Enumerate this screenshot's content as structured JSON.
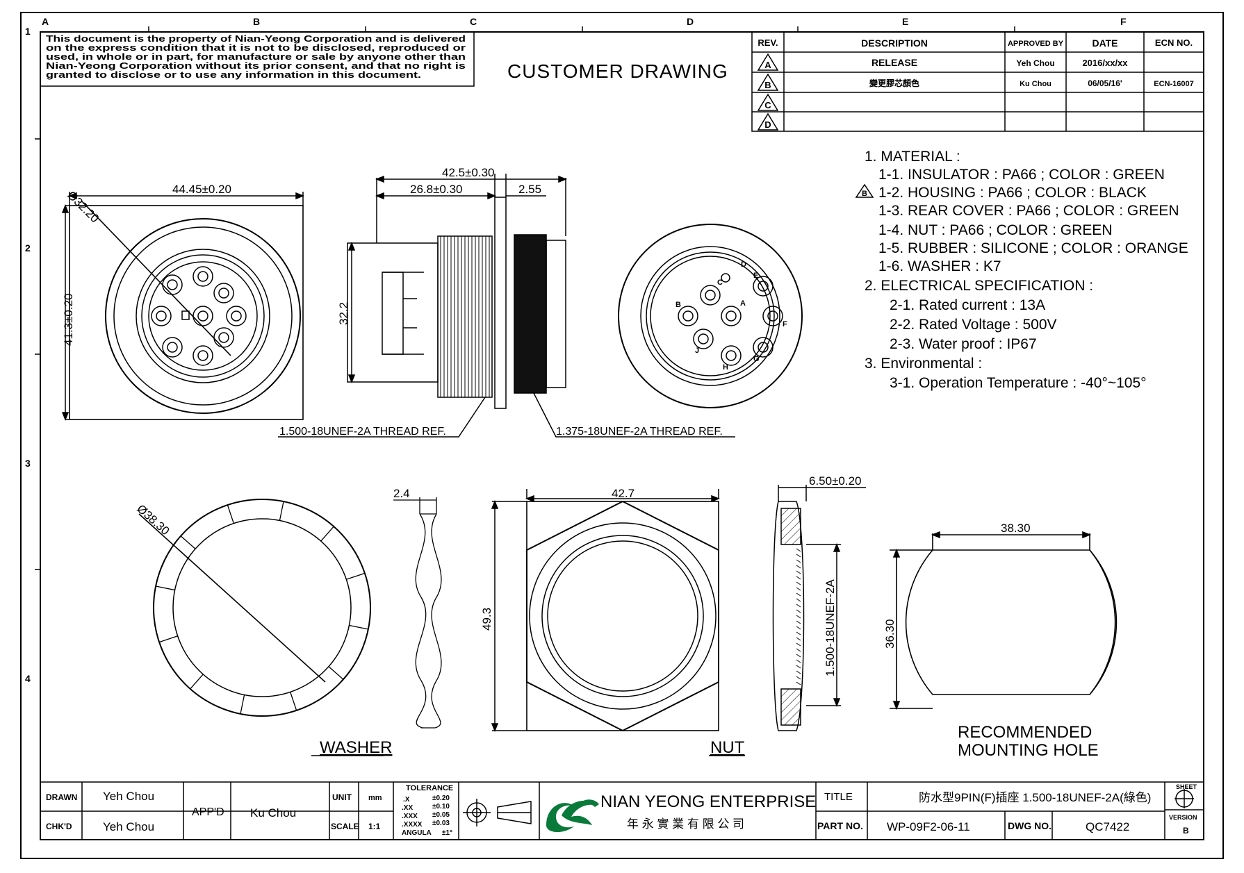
{
  "border": {
    "col_labels": [
      "A",
      "B",
      "C",
      "D",
      "E",
      "F"
    ],
    "row_labels": [
      "1",
      "2",
      "3",
      "4"
    ]
  },
  "notice": {
    "lines": [
      "This document is the property of Nian-Yeong Corporation and is delivered",
      "on the express condition that it is not to be disclosed, reproduced or",
      "used, in whole or in part, for manufacture or sale by anyone other than",
      "Nian-Yeong Corporation without its prior consent, and that no right is",
      "granted to disclose or to use any information in this document."
    ]
  },
  "heading": "CUSTOMER DRAWING",
  "revision_table": {
    "headers": {
      "rev": "REV.",
      "description": "DESCRIPTION",
      "approved_by": "APPROVED BY",
      "date": "DATE",
      "ecn": "ECN NO."
    },
    "rows": [
      {
        "rev": "A",
        "description": "RELEASE",
        "approved_by": "Yeh Chou",
        "date": "2016/xx/xx",
        "ecn": ""
      },
      {
        "rev": "B",
        "description": "變更膠芯顏色",
        "approved_by": "Ku Chou",
        "date": "06/05/16'",
        "ecn": "ECN-16007"
      },
      {
        "rev": "C",
        "description": "",
        "approved_by": "",
        "date": "",
        "ecn": ""
      },
      {
        "rev": "D",
        "description": "",
        "approved_by": "",
        "date": "",
        "ecn": ""
      }
    ]
  },
  "specs": {
    "material_title": "1. MATERIAL :",
    "materials": [
      "1-1. INSULATOR : PA66 ; COLOR : GREEN",
      "1-2. HOUSING : PA66 ; COLOR : BLACK",
      "1-3. REAR COVER : PA66 ; COLOR : GREEN",
      "1-4. NUT : PA66 ; COLOR : GREEN",
      "1-5. RUBBER : SILICONE ; COLOR : ORANGE",
      "1-6. WASHER : K7"
    ],
    "housing_rev": "B",
    "electrical_title": "2. ELECTRICAL SPECIFICATION :",
    "electrical": [
      "2-1. Rated current : 13A",
      "2-2. Rated Voltage : 500V",
      "2-3. Water proof : IP67"
    ],
    "env_title": "3. Environmental :",
    "env": [
      "3-1. Operation Temperature : -40°~105°"
    ]
  },
  "dimensions": {
    "front_width": "44.45±0.20",
    "front_diameter": "Ø32.20",
    "front_height": "41.3±0.20",
    "side_total": "42.5±0.30",
    "side_body": "26.8±0.30",
    "side_flange": "2.55",
    "side_height": "32.2",
    "thread_1": "1.500-18UNEF-2A THREAD REF.",
    "thread_2": "1.375-18UNEF-2A THREAD REF.",
    "washer_diameter": "Ø38.30",
    "washer_thickness": "2.4",
    "nut_width": "42.7",
    "nut_height": "49.3",
    "nut_thickness": "6.50±0.20",
    "nut_thread": "1.500-18UNEF-2A",
    "hole_width": "38.30",
    "hole_height": "36.30"
  },
  "pin_letters": [
    "A",
    "B",
    "C",
    "D",
    "E",
    "F",
    "G",
    "H",
    "J"
  ],
  "view_labels": {
    "washer": "WASHER",
    "nut": "NUT",
    "hole_1": "RECOMMENDED",
    "hole_2": "MOUNTING HOLE"
  },
  "title_block": {
    "drawn_label": "DRAWN",
    "drawn": "Yeh Chou",
    "checked_label": "CHK'D",
    "checked": "Yeh Chou",
    "approved_label": "APP'D",
    "approved": "Ku Chou",
    "unit_label": "UNIT",
    "unit": "mm",
    "scale_label": "SCALE",
    "scale": "1:1",
    "tolerance_title": "TOLERANCE",
    "tolerances": [
      {
        "k": ".X",
        "v": "±0.20"
      },
      {
        "k": ".XX",
        "v": "±0.10"
      },
      {
        "k": ".XXX",
        "v": "±0.05"
      },
      {
        "k": ".XXXX",
        "v": "±0.03"
      },
      {
        "k": "ANGULA",
        "v": "±1°"
      }
    ],
    "company_en": "NIAN YEONG ENTERPRISE",
    "company_zh": "年 永 實 業 有 限 公 司",
    "title_label": "TITLE",
    "title": "防水型9PIN(F)插座 1.500-18UNEF-2A(綠色)",
    "part_label": "PART NO.",
    "part_no": "WP-09F2-06-11",
    "dwg_label": "DWG NO.",
    "dwg_no": "QC7422",
    "sheet_label": "SHEET",
    "version_label": "VERSION",
    "version": "B"
  },
  "colors": {
    "line": "#000000",
    "paper": "#ffffff"
  }
}
